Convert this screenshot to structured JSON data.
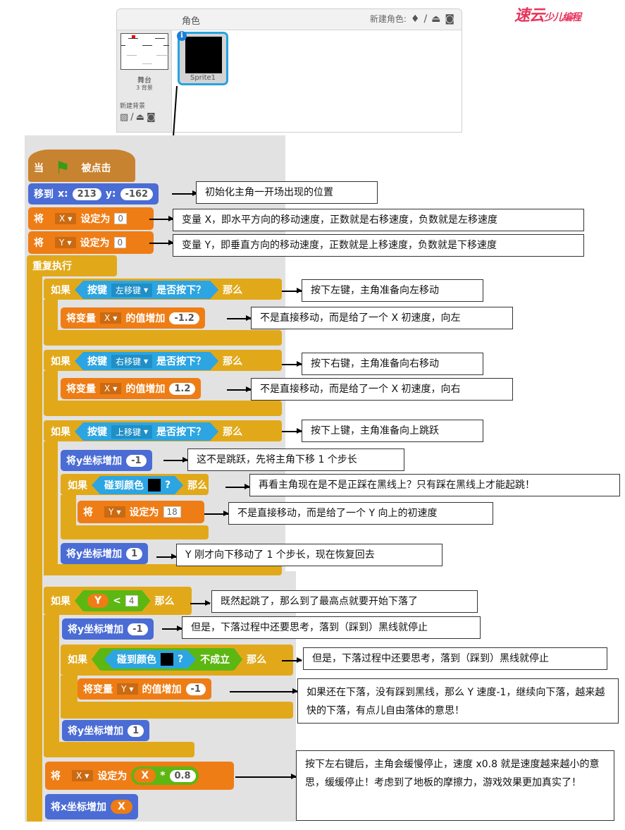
{
  "logo": {
    "text": "速云",
    "sub": "少儿编程",
    "color": "#e8325a"
  },
  "sprite_panel": {
    "title": "角色",
    "new_sprite_label": "新建角色:",
    "new_sprite_icons": [
      "sprite-library-icon",
      "paint-icon",
      "upload-icon",
      "camera-icon"
    ],
    "stage": {
      "label": "舞台",
      "backdrops": "3 背景"
    },
    "new_backdrop_label": "新建背景",
    "new_backdrop_icons": [
      "image-icon",
      "paint-icon",
      "upload-icon",
      "camera-icon"
    ],
    "sprites": [
      {
        "name": "Sprite1",
        "selected": true
      }
    ]
  },
  "script": {
    "when_flag": {
      "prefix": "当",
      "suffix": "被点击"
    },
    "goto": {
      "label": "移到",
      "x_label": "x:",
      "x": "213",
      "y_label": "y:",
      "y": "-162"
    },
    "set_x": {
      "label": "将",
      "var": "X",
      "op": "设定为",
      "value": "0"
    },
    "set_y": {
      "label": "将",
      "var": "Y",
      "op": "设定为",
      "value": "0"
    },
    "forever": "重复执行",
    "if_left": {
      "if": "如果",
      "key_label": "按键",
      "key": "左移键",
      "pressed": "是否按下？",
      "then": "那么"
    },
    "change_x_left": {
      "label": "将变量",
      "var": "X",
      "op": "的值增加",
      "value": "-1.2"
    },
    "if_right": {
      "if": "如果",
      "key_label": "按键",
      "key": "右移键",
      "pressed": "是否按下？",
      "then": "那么"
    },
    "change_x_right": {
      "label": "将变量",
      "var": "X",
      "op": "的值增加",
      "value": "1.2"
    },
    "if_up": {
      "if": "如果",
      "key_label": "按键",
      "key": "上移键",
      "pressed": "是否按下？",
      "then": "那么"
    },
    "change_y_down": {
      "label": "将y坐标增加",
      "value": "-1"
    },
    "if_touch": {
      "if": "如果",
      "touch": "碰到颜色",
      "q": "?",
      "then": "那么"
    },
    "set_y_18": {
      "label": "将",
      "var": "Y",
      "op": "设定为",
      "value": "18"
    },
    "change_y_up": {
      "label": "将y坐标增加",
      "value": "1"
    },
    "if_fall": {
      "if": "如果",
      "var": "Y",
      "lt": "<",
      "value": "4",
      "then": "那么"
    },
    "fall_change_y_down": {
      "label": "将y坐标增加",
      "value": "-1"
    },
    "if_not_touch": {
      "if": "如果",
      "touch": "碰到颜色",
      "q": "?",
      "not": "不成立",
      "then": "那么"
    },
    "change_vy": {
      "label": "将变量",
      "var": "Y",
      "op": "的值增加",
      "value": "-1"
    },
    "fall_change_y_up": {
      "label": "将y坐标增加",
      "value": "1"
    },
    "friction": {
      "label": "将",
      "var": "X",
      "op": "设定为",
      "rvar": "X",
      "mul": "*",
      "value": "0.8"
    },
    "change_x": {
      "label": "将x坐标增加",
      "var": "X"
    }
  },
  "notes": {
    "n1": "初始化主角一开场出现的位置",
    "n2": "变量 X，即水平方向的移动速度，正数就是右移速度，负数就是左移速度",
    "n3": "变量 Y，即垂直方向的移动速度，正数就是上移速度，负数就是下移速度",
    "n4": "按下左键，主角准备向左移动",
    "n5": "不是直接移动，而是给了一个 X 初速度，向左",
    "n6": "按下右键，主角准备向右移动",
    "n7": "不是直接移动，而是给了一个 X 初速度，向右",
    "n8": "按下上键，主角准备向上跳跃",
    "n9": "这不是跳跃，先将主角下移 1 个步长",
    "n10": "再看主角现在是不是正踩在黑线上？只有踩在黑线上才能起跳！",
    "n11": "不是直接移动，而是给了一个 Y 向上的初速度",
    "n12": "Y 刚才向下移动了 1 个步长，现在恢复回去",
    "n13": "既然起跳了，那么到了最高点就要开始下落了",
    "n14": "但是，下落过程中还要思考，落到（踩到）黑线就停止",
    "n15": "但是，下落过程中还要思考，落到（踩到）黑线就停止",
    "n16": "如果还在下落，没有踩到黑线，那么 Y 速度-1，继续向下落，越来越快的下落，有点儿自由落体的意思！",
    "n17": "按下左右键后，主角会缓慢停止，速度 x0.8 就是速度越来越小的意思，缓缓停止！考虑到了地板的摩擦力，游戏效果更加真实了！"
  }
}
